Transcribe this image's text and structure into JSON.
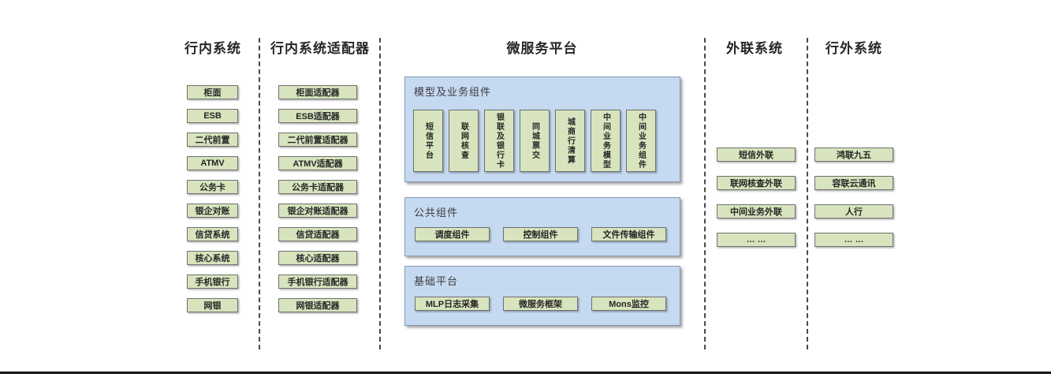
{
  "columns": [
    {
      "title": "行内系统",
      "boxes": [
        "柜面",
        "ESB",
        "二代前置",
        "ATMV",
        "公务卡",
        "银企对账",
        "信贷系统",
        "核心系统",
        "手机银行",
        "网银"
      ]
    },
    {
      "title": "行内系统适配器",
      "boxes": [
        "柜面适配器",
        "ESB适配器",
        "二代前置适配器",
        "ATMV适配器",
        "公务卡适配器",
        "银企对账适配器",
        "信贷适配器",
        "核心适配器",
        "手机银行适配器",
        "网银适配器"
      ]
    },
    {
      "title": "微服务平台"
    },
    {
      "title": "外联系统",
      "boxes": [
        "短信外联",
        "联网核查外联",
        "中间业务外联",
        "… …"
      ]
    },
    {
      "title": "行外系统",
      "boxes": [
        "鸿联九五",
        "容联云通讯",
        "人行",
        "… …"
      ]
    }
  ],
  "platform": {
    "panels": [
      {
        "label": "模型及业务组件",
        "boxes": [
          "短信平台",
          "联网核查",
          "银联及银行卡",
          "同城票交",
          "城商行清算",
          "中间业务模型",
          "中间业务组件"
        ]
      },
      {
        "label": "公共组件",
        "boxes": [
          "调度组件",
          "控制组件",
          "文件传输组件"
        ]
      },
      {
        "label": "基础平台",
        "boxes": [
          "MLP日志采集",
          "微服务框架",
          "Mons监控"
        ]
      }
    ]
  },
  "colors": {
    "green_fill": "#d7e4bd",
    "green_border": "#707070",
    "blue_fill": "#c5d9f1",
    "blue_border": "#8496b0",
    "text": "#262626"
  }
}
